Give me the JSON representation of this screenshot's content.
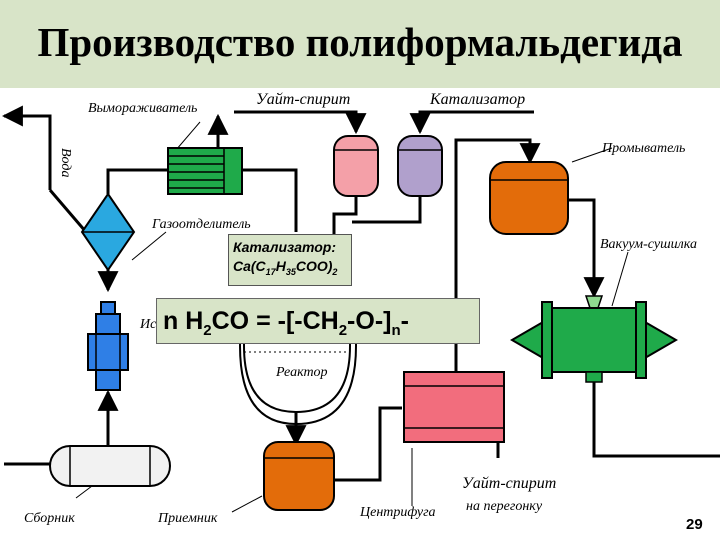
{
  "title": "Производство полиформальдегида",
  "labels": {
    "water": "Вода",
    "freezer": "Вымораживатель",
    "white_spirit_top": "Уайт-спирит",
    "catalyst_top": "Катализатор",
    "washer": "Промыватель",
    "gas_separator": "Газоотделитель",
    "vacuum_dryer": "Вакуум-сушилка",
    "evaporator": "Ис",
    "reactor": "Реактор",
    "collector": "Сборник",
    "receiver": "Приемник",
    "centrifuge": "Центрифуга",
    "white_spirit_out_line1": "Уайт-спирит",
    "white_spirit_out_line2": "на перегонку"
  },
  "catalyst_box": {
    "line1": "Катализатор:",
    "formula_prefix": "Ca(C",
    "sub1": "17",
    "formula_mid": "H",
    "sub2": "35",
    "formula_suffix": "COO)",
    "sub3": "2"
  },
  "equation": {
    "part1": "n H",
    "sub1": "2",
    "part2": "CO = -[-CH",
    "sub2": "2",
    "part3": "-O-]",
    "sub3": "n",
    "part4": "-"
  },
  "page_number": "29",
  "colors": {
    "title_bg": "#d8e4c8",
    "freezer": "#1faa4a",
    "separator": "#2aa8e0",
    "evaporator": "#2f7fe6",
    "white_spirit_vessel": "#f4a0a8",
    "catalyst_vessel": "#b0a0cc",
    "orange_vessel": "#e36c0a",
    "centrifuge": "#f26d7d"
  }
}
